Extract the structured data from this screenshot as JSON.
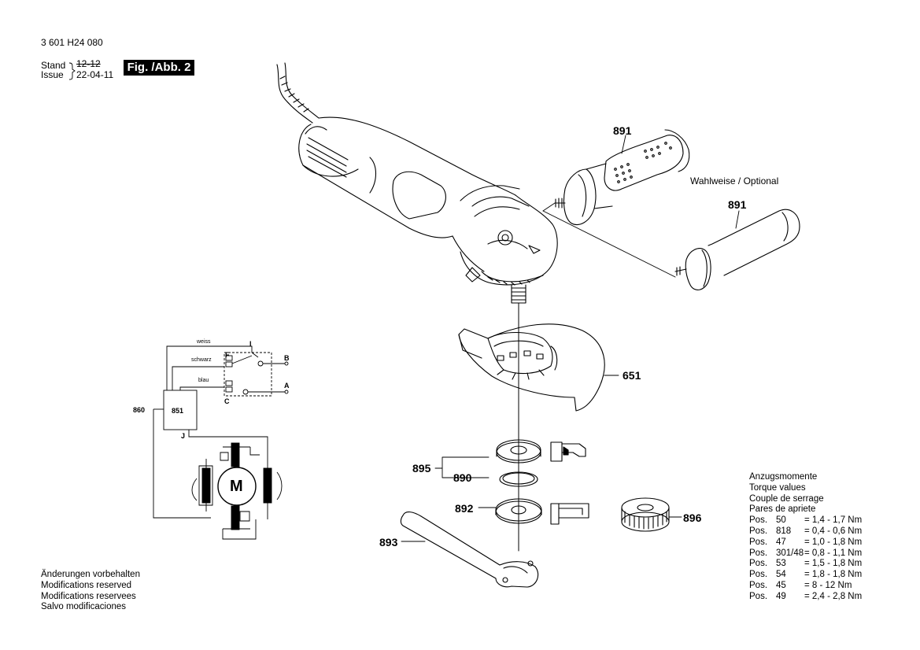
{
  "header": {
    "part_number": "3 601 H24 080",
    "stand_label": "Stand",
    "issue_label": "Issue",
    "stand_value": "12-12",
    "issue_value": "22-04-11",
    "figure_label": "Fig. /Abb. 2"
  },
  "callouts": {
    "handle_top": "891",
    "handle_optional": "891",
    "optional_text": "Wahlweise / Optional",
    "guard": "651",
    "flange_set": "895",
    "o_ring": "890",
    "flange": "892",
    "quick_nut": "896",
    "spanner": "893"
  },
  "schematic": {
    "wire_white": "weiss",
    "wire_black": "schwarz",
    "wire_blue": "blau",
    "terminal_i": "I",
    "terminal_f": "F",
    "terminal_b": "B",
    "terminal_a": "A",
    "terminal_c": "C",
    "terminal_j": "J",
    "module": "851",
    "cable": "860",
    "motor": "M"
  },
  "torque": {
    "headings": [
      "Anzugsmomente",
      "Torque values",
      "Couple de serrage",
      "Pares de apriete"
    ],
    "rows": [
      {
        "pos": "Pos.",
        "num": "50",
        "value": "= 1,4 - 1,7 Nm"
      },
      {
        "pos": "Pos.",
        "num": "818",
        "value": "= 0,4 - 0,6 Nm"
      },
      {
        "pos": "Pos.",
        "num": "47",
        "value": "= 1,0 - 1,8 Nm"
      },
      {
        "pos": "Pos.",
        "num": "301/48",
        "value": "= 0,8 - 1,1 Nm"
      },
      {
        "pos": "Pos.",
        "num": "53",
        "value": "= 1,5 - 1,8 Nm"
      },
      {
        "pos": "Pos.",
        "num": "54",
        "value": "= 1,8 - 1,8 Nm"
      },
      {
        "pos": "Pos.",
        "num": "45",
        "value": "= 8 - 12 Nm"
      },
      {
        "pos": "Pos.",
        "num": "49",
        "value": "= 2,4 - 2,8 Nm"
      }
    ]
  },
  "notes": [
    "Änderungen vorbehalten",
    "Modifications reserved",
    "Modifications reservees",
    "Salvo modificaciones"
  ]
}
